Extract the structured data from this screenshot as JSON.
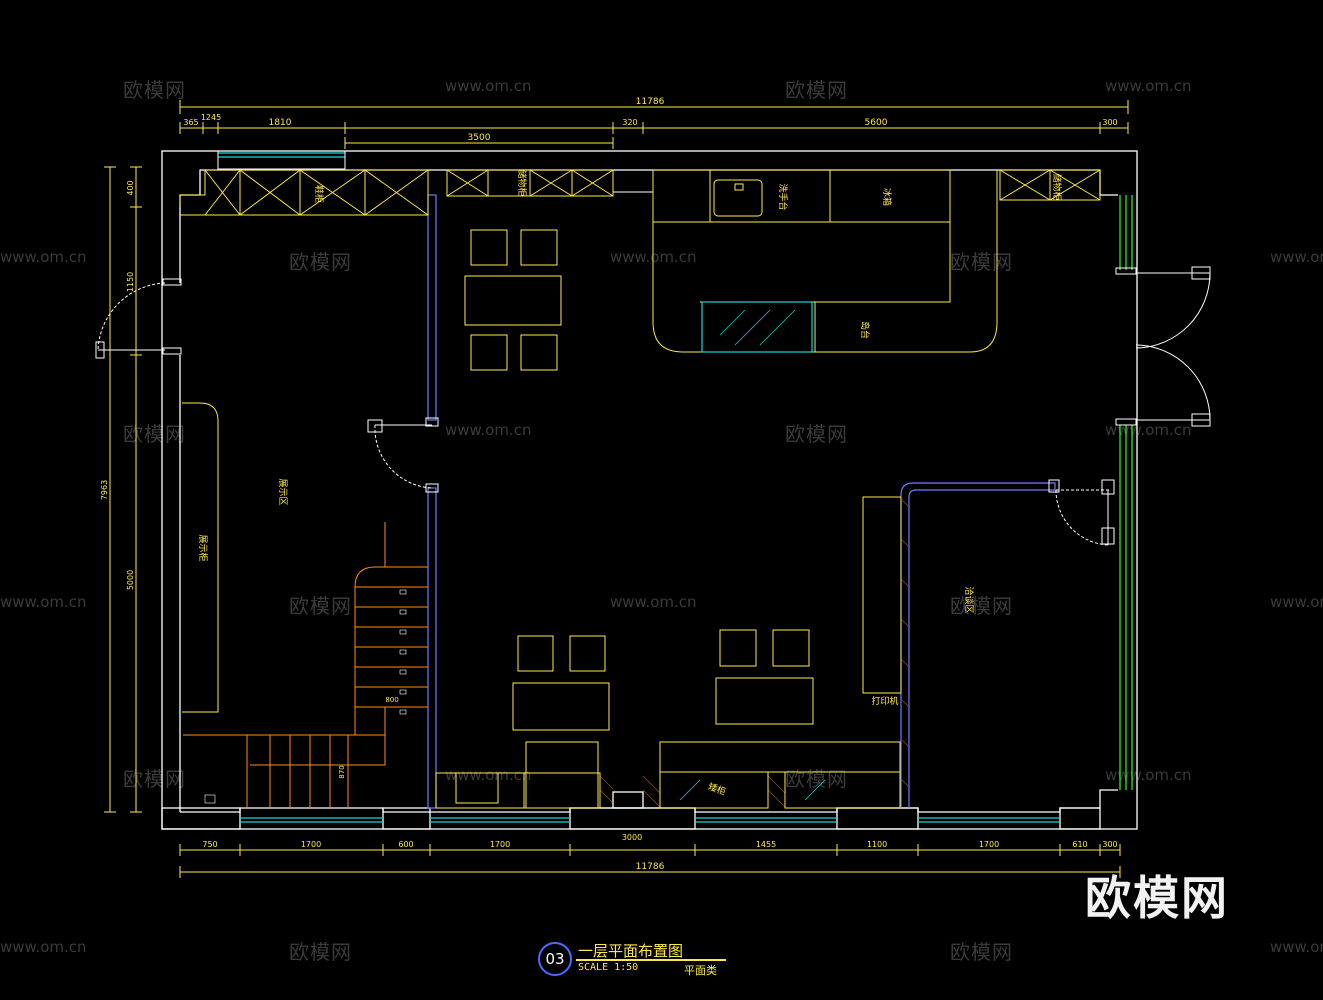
{
  "watermarks": {
    "brand_text": "欧模网",
    "url_text": "www.om.cn"
  },
  "brand_logo": "欧模网",
  "dimensions": {
    "top_total": "11786",
    "top_segments": [
      "365",
      "1245",
      "1810",
      "3500",
      "320",
      "5600",
      "300"
    ],
    "bottom_total": "11786",
    "bottom_segments": [
      "750",
      "1700",
      "600",
      "1700",
      "3000",
      "1455",
      "1100",
      "1700",
      "610",
      "300"
    ],
    "left_segments": [
      "400",
      "1150",
      "7963",
      "5000"
    ],
    "stair_width": "800",
    "stair_side": "870"
  },
  "room_labels": {
    "top_left_cabinet": "鞋柜",
    "top_mid_cabinet": "储物柜",
    "sink_counter": "洗手台",
    "fridge": "冰箱",
    "top_right_cabinet": "储物柜",
    "island": "岛台",
    "left_room": "展示区",
    "left_long_cabinet": "展示柜",
    "right_room": "洽谈区",
    "printer": "打印机",
    "bottom_cabinet": "矮柜"
  },
  "title": {
    "number": "03",
    "name": "一层平面布置图",
    "scale": "SCALE 1:50",
    "category": "平面类"
  },
  "colors": {
    "wall": "#ffffff",
    "furniture": "#ffe84a",
    "window": "#19d6d6",
    "glass": "#2ee82e",
    "partition": "#6c7cff",
    "stair": "#ff8c1a",
    "door": "#ffffff"
  }
}
